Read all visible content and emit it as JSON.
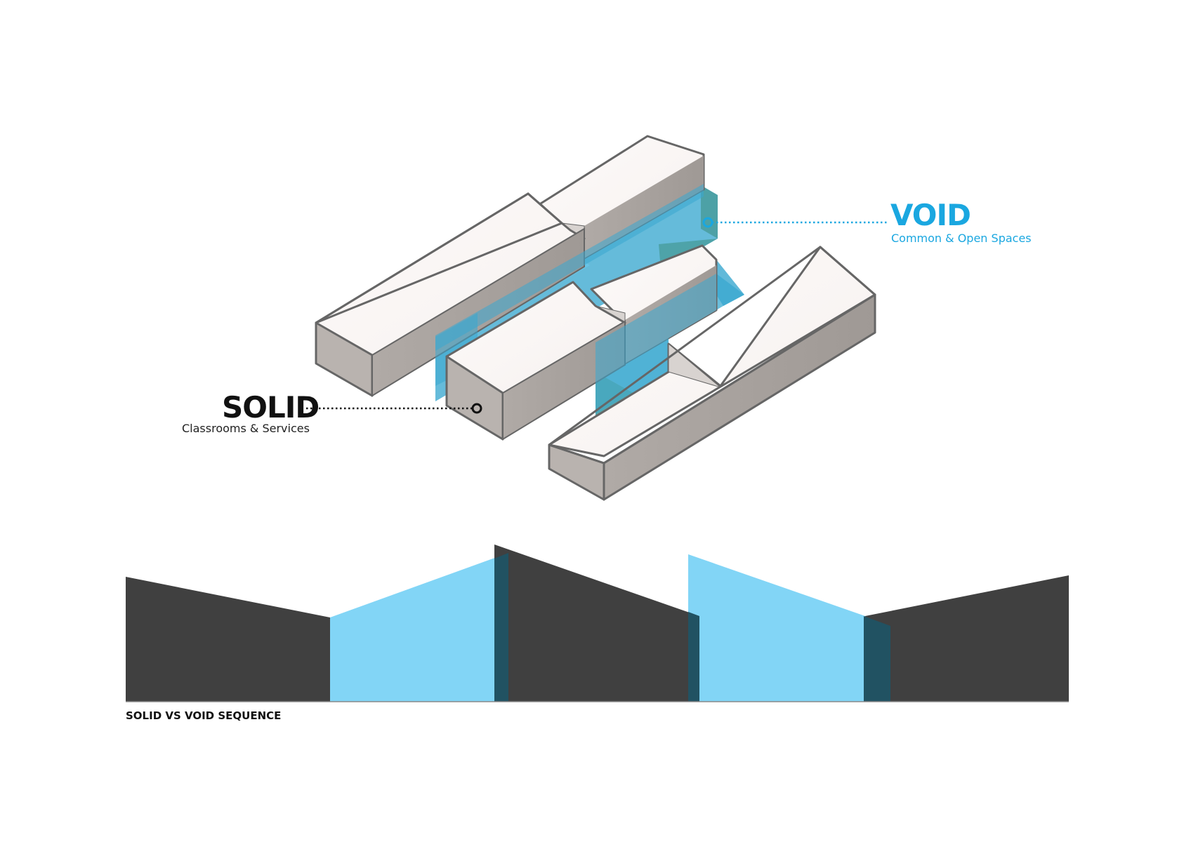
{
  "colors": {
    "void_accent": "#1aa7e0",
    "solid_text": "#111111",
    "roof": "#fbf7f6",
    "wall_light": "#bdb7b3",
    "wall_dark": "#a8a29e",
    "outline": "#666666",
    "void_volume": "#3aa8cf",
    "void_teal": "#4a9fa0",
    "sequence_solid": "#404040",
    "sequence_void": "#82d5f6",
    "sequence_overlap": "#215262"
  },
  "labels": {
    "void": {
      "title": "VOID",
      "subtitle": "Common & Open Spaces",
      "marker_icon": "ring-marker"
    },
    "solid": {
      "title": "SOLID",
      "subtitle": "Classrooms & Services",
      "marker_icon": "ring-marker"
    }
  },
  "sequence": {
    "caption": "SOLID VS VOID SEQUENCE",
    "segments": [
      "solid",
      "void",
      "solid",
      "void",
      "solid"
    ]
  }
}
